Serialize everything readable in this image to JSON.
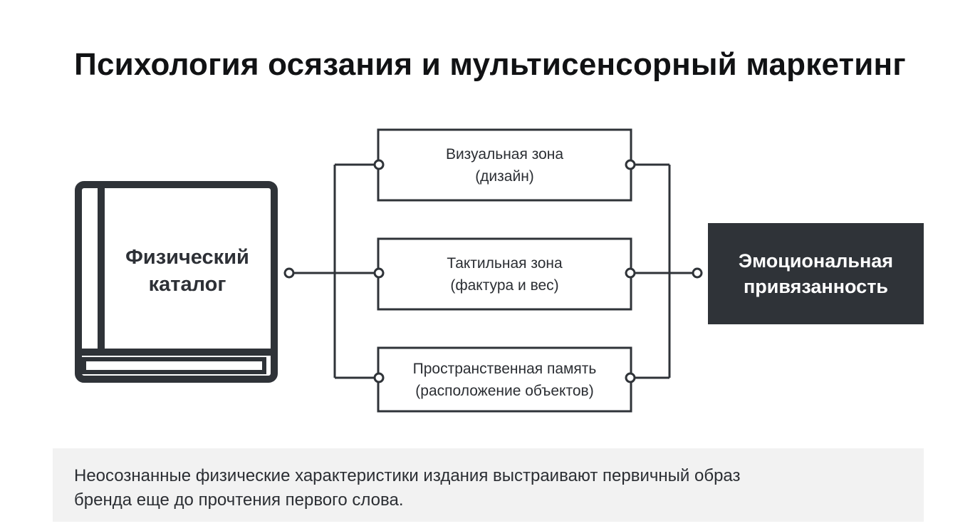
{
  "title": "Психология осязания и мультисенсорный маркетинг",
  "source": {
    "line1": "Физический",
    "line2": "каталог",
    "icon": "book-icon"
  },
  "zones": [
    {
      "line1": "Визуальная зона",
      "line2": "(дизайн)"
    },
    {
      "line1": "Тактильная зона",
      "line2": "(фактура и вес)"
    },
    {
      "line1": "Пространственная память",
      "line2": "(расположение объектов)"
    }
  ],
  "outcome": {
    "line1": "Эмоциональная",
    "line2": "привязанность"
  },
  "footer": {
    "line1": "Неосознанные физические характеристики издания выстраивают первичный образ",
    "line2": "бренда еще до прочтения первого слова."
  },
  "colors": {
    "stroke": "#2f3338",
    "outcome_bg": "#2f3338",
    "footer_bg": "#f2f2f2"
  }
}
